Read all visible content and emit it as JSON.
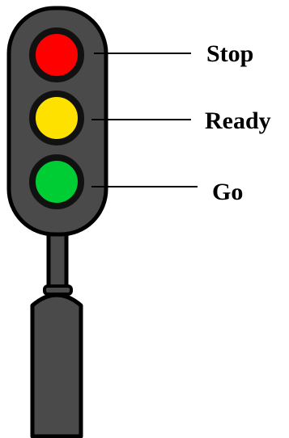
{
  "lights": [
    {
      "name": "red-light",
      "color": "#ff0000",
      "label": "Stop"
    },
    {
      "name": "yellow-light",
      "color": "#ffe100",
      "label": "Ready"
    },
    {
      "name": "green-light",
      "color": "#00cc33",
      "label": "Go"
    }
  ],
  "colors": {
    "housing": "#4a4a4a",
    "outline": "#000000",
    "lamp_ring": "#111111",
    "leader_line": "#000000",
    "background": "#ffffff"
  }
}
